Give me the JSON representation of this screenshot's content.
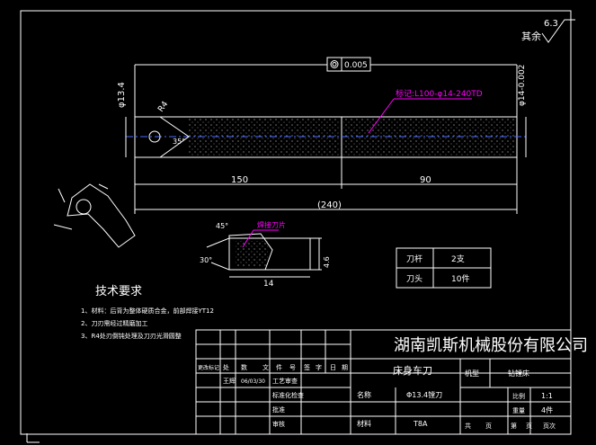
{
  "corner": {
    "surface_finish_prefix": "其余",
    "roughness": "6.3"
  },
  "part": {
    "geometric_tolerance": "0.005",
    "marking_label": "标记:L100-φ14-240TD",
    "dia_left": "φ13.4",
    "dia_right": "φ14-0.002",
    "chamfer": "R4",
    "angle": "35°",
    "length_a": "150",
    "length_b": "90",
    "length_total": "(240)",
    "cutter_note": "焊接刀片",
    "cutter_angle": "45°",
    "cutter_angle2": "30°",
    "cutter_width": "14",
    "cutter_height": "4.6"
  },
  "tech_requirements": {
    "title": "技术要求",
    "items": [
      "1、材料：后背为整体硬质合金，前部焊接YT12",
      "2、刀刃需经过精磨加工",
      "3、R4处刃倒钝处理及刀刃光滑圆整"
    ]
  },
  "quantity_table": [
    {
      "name": "刀杆",
      "qty": "2支"
    },
    {
      "name": "刀头",
      "qty": "10件"
    }
  ],
  "title_block": {
    "company": "湖南凯斯机械股份有限公司",
    "drawing_name": "床身车刀",
    "change_headers": [
      "更改标记",
      "处",
      "数",
      "文",
      "件",
      "号",
      "签",
      "字",
      "日",
      "期"
    ],
    "designer": "王辉",
    "design_date": "06/03/30",
    "process_check": "工艺审查",
    "std_check": "标准化检查",
    "approve": "批准",
    "audit": "审核",
    "name_label": "名称",
    "name_value": "Φ13.4镗刀",
    "material_label": "材料",
    "material_value": "T8A",
    "machine_label": "机型",
    "machine_value": "钻镗床",
    "scale_label": "比例",
    "scale_value": "1:1",
    "weight_label": "重量",
    "qty_value": "4件",
    "sheet_labels": [
      "共",
      "页",
      "第",
      "页",
      "页次"
    ]
  }
}
